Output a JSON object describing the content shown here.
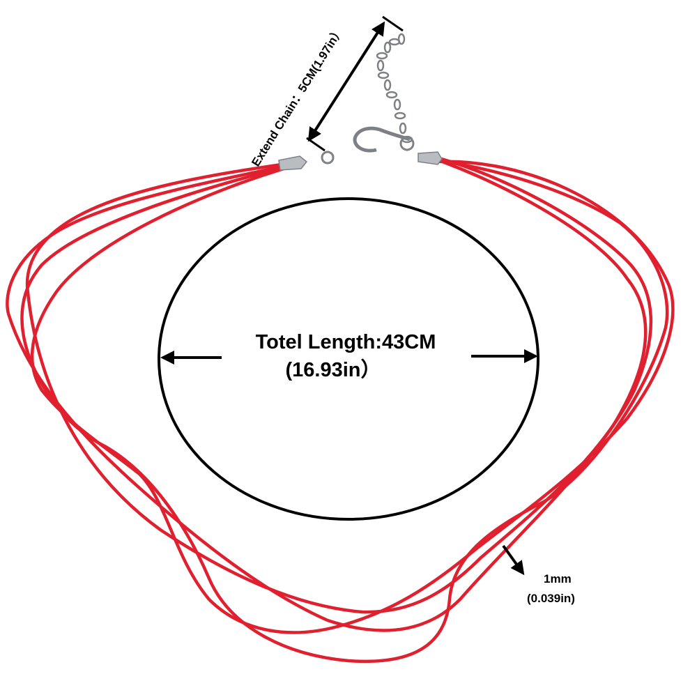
{
  "colors": {
    "cord": "#e0202e",
    "cord_highlight": "#f05360",
    "metal": "#b9bcc0",
    "metal_dark": "#7d8186",
    "annotation": "#000000",
    "background": "#ffffff"
  },
  "labels": {
    "extend_chain": "Extend Chain：5CM(1.97in）",
    "total_length_line1": "Totel Length:43CM",
    "total_length_line2": "(16.93in）",
    "cord_width_line1": "1mm",
    "cord_width_line2": "(0.039in)"
  },
  "icons": {
    "arrow_left": "arrow-left-icon",
    "arrow_right": "arrow-right-icon",
    "arrow_diagonal": "double-arrow-icon",
    "clasp": "lobster-clasp-icon"
  }
}
